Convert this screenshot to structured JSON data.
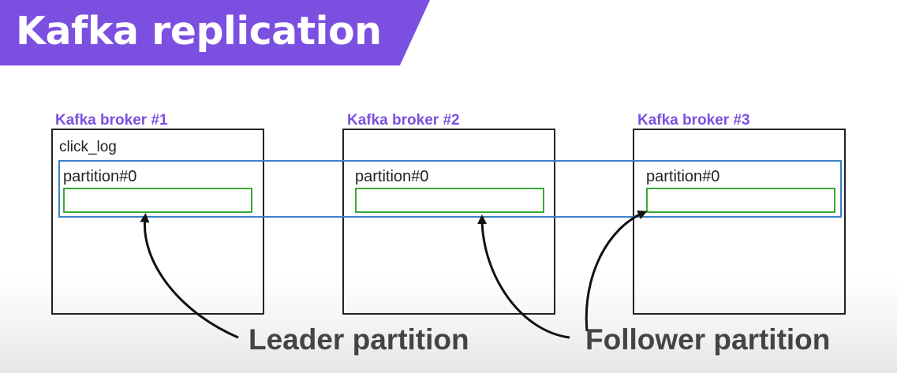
{
  "title": "Kafka replication",
  "brokers": [
    {
      "label": "Kafka broker #1",
      "partition": "partition#0",
      "topic": "click_log"
    },
    {
      "label": "Kafka broker #2",
      "partition": "partition#0"
    },
    {
      "label": "Kafka broker #3",
      "partition": "partition#0"
    }
  ],
  "captions": {
    "leader": "Leader partition",
    "follower": "Follower partition"
  },
  "colors": {
    "accent": "#7b4fe0",
    "topic_border": "#3a82c4",
    "partition_border": "#3aaa35",
    "caption_text": "#444444"
  }
}
